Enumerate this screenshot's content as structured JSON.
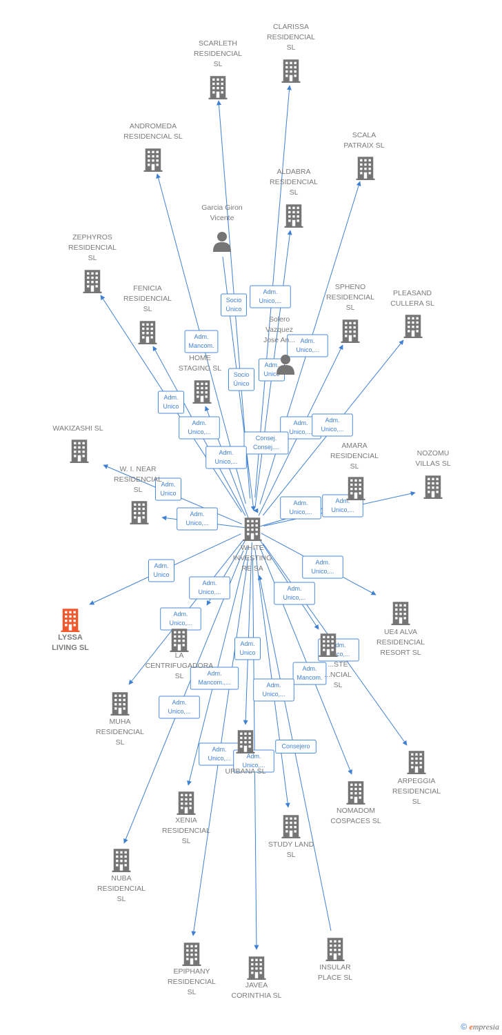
{
  "center": {
    "id": "white",
    "label": [
      "WHITE",
      "INVESTING",
      "RE SA"
    ]
  },
  "nodes": [
    {
      "id": "clarissa",
      "label": [
        "CLARISSA",
        "RESIDENCIAL",
        "SL"
      ],
      "type": "company"
    },
    {
      "id": "scarleth",
      "label": [
        "SCARLETH",
        "RESIDENCIAL",
        "SL"
      ],
      "type": "company"
    },
    {
      "id": "andromeda",
      "label": [
        "ANDROMEDA",
        "RESIDENCIAL SL"
      ],
      "type": "company"
    },
    {
      "id": "scala",
      "label": [
        "SCALA",
        "PATRAIX SL"
      ],
      "type": "company"
    },
    {
      "id": "aldabra",
      "label": [
        "ALDABRA",
        "RESIDENCIAL",
        "SL"
      ],
      "type": "company"
    },
    {
      "id": "garcia",
      "label": [
        "Garcia Giron",
        "Vicente"
      ],
      "type": "person"
    },
    {
      "id": "zephyros",
      "label": [
        "ZEPHYROS",
        "RESIDENCIAL",
        "SL"
      ],
      "type": "company"
    },
    {
      "id": "fenicia",
      "label": [
        "FENICIA",
        "RESIDENCIAL",
        "SL"
      ],
      "type": "company"
    },
    {
      "id": "spheno",
      "label": [
        "SPHENO",
        "RESIDENCIAL",
        "SL"
      ],
      "type": "company"
    },
    {
      "id": "pleasand",
      "label": [
        "PLEASAND",
        "CULLERA SL"
      ],
      "type": "company"
    },
    {
      "id": "solero",
      "label": [
        "Solero",
        "Vazquez",
        "Jose An..."
      ],
      "type": "person"
    },
    {
      "id": "homestaging",
      "label": [
        "HOME",
        "STAGING SL"
      ],
      "type": "company"
    },
    {
      "id": "wakizashi",
      "label": [
        "WAKIZASHI SL"
      ],
      "type": "company"
    },
    {
      "id": "amara",
      "label": [
        "AMARA",
        "RESIDENCIAL",
        "SL"
      ],
      "type": "company"
    },
    {
      "id": "nozomu",
      "label": [
        "NOZOMU",
        "VILLAS SL"
      ],
      "type": "company"
    },
    {
      "id": "winear",
      "label": [
        "W. I. NEAR",
        "RESIDENCIAL",
        "SL"
      ],
      "type": "company"
    },
    {
      "id": "lyssa",
      "label": [
        "LYSSA",
        "LIVING SL"
      ],
      "type": "company",
      "highlight": true
    },
    {
      "id": "centrifugadora",
      "label": [
        "LA",
        "CENTRIFUGADORA",
        "SL"
      ],
      "type": "company"
    },
    {
      "id": "ue4",
      "label": [
        "UE4 ALVA",
        "RESIDENCIAL",
        "RESORT SL"
      ],
      "type": "company"
    },
    {
      "id": "celeste",
      "label": [
        "...STE",
        "...NCIAL",
        "SL"
      ],
      "type": "company"
    },
    {
      "id": "muha",
      "label": [
        "MUHA",
        "RESIDENCIAL",
        "SL"
      ],
      "type": "company"
    },
    {
      "id": "arpeggia",
      "label": [
        "ARPEGGIA",
        "RESIDENCIAL",
        "SL"
      ],
      "type": "company"
    },
    {
      "id": "urbana",
      "label": [
        "URBANA SL"
      ],
      "type": "company"
    },
    {
      "id": "nomadom",
      "label": [
        "NOMADOM",
        "COSPACES SL"
      ],
      "type": "company"
    },
    {
      "id": "xenia",
      "label": [
        "XENIA",
        "RESIDENCIAL",
        "SL"
      ],
      "type": "company"
    },
    {
      "id": "studyland",
      "label": [
        "STUDY LAND",
        "SL"
      ],
      "type": "company"
    },
    {
      "id": "nuba",
      "label": [
        "NUBA",
        "RESIDENCIAL",
        "SL"
      ],
      "type": "company"
    },
    {
      "id": "epiphany",
      "label": [
        "EPIPHANY",
        "RESIDENCIAL",
        "SL"
      ],
      "type": "company"
    },
    {
      "id": "javea",
      "label": [
        "JAVEA",
        "CORINTHIA SL"
      ],
      "type": "company"
    },
    {
      "id": "insular",
      "label": [
        "INSULAR",
        "PLACE SL"
      ],
      "type": "company"
    }
  ],
  "edges": [
    {
      "target": "clarissa",
      "label": [
        "Adm.",
        "Unico,..."
      ]
    },
    {
      "target": "scarleth",
      "label": [
        "Socio",
        "Único"
      ]
    },
    {
      "target": "andromeda",
      "label": [
        "Adm.",
        "Mancom."
      ]
    },
    {
      "target": "scala",
      "label": [
        "Adm.",
        "Unico,..."
      ]
    },
    {
      "target": "aldabra",
      "label": [
        "Adm.",
        "Unico"
      ]
    },
    {
      "target": "garcia",
      "label": [
        "Socio",
        "Único"
      ]
    },
    {
      "target": "zephyros",
      "label": [
        "Adm.",
        "Unico"
      ]
    },
    {
      "target": "fenicia",
      "label": [
        "Adm.",
        "Unico,..."
      ]
    },
    {
      "target": "spheno",
      "label": [
        "Adm.",
        "Unico,..."
      ]
    },
    {
      "target": "pleasand",
      "label": [
        "Adm.",
        "Unico,..."
      ]
    },
    {
      "target": "solero",
      "label": [
        "Consej.",
        "Consej...."
      ]
    },
    {
      "target": "homestaging",
      "label": [
        "Adm.",
        "Unico,..."
      ]
    },
    {
      "target": "wakizashi",
      "label": [
        "Adm.",
        "Unico"
      ]
    },
    {
      "target": "amara",
      "label": [
        "Adm.",
        "Unico,..."
      ]
    },
    {
      "target": "nozomu",
      "label": [
        "Adm.",
        "Unico,..."
      ]
    },
    {
      "target": "winear",
      "label": [
        "Adm.",
        "Unico,..."
      ]
    },
    {
      "target": "lyssa",
      "label": [
        "Adm.",
        "Unico"
      ]
    },
    {
      "target": "centrifugadora",
      "label": [
        "Adm.",
        "Unico,..."
      ]
    },
    {
      "target": "ue4",
      "label": [
        "Adm.",
        "Unico,..."
      ]
    },
    {
      "target": "celeste",
      "label": [
        "Adm.",
        "Unico,..."
      ]
    },
    {
      "target": "muha",
      "label": [
        "Adm.",
        "Unico,..."
      ]
    },
    {
      "target": "arpeggia",
      "label": [
        "Adm.",
        "Unico,..."
      ]
    },
    {
      "target": "urbana",
      "label": [
        "Adm.",
        "Unico"
      ]
    },
    {
      "target": "nomadom",
      "label": [
        "Adm.",
        "Mancom."
      ]
    },
    {
      "target": "xenia",
      "label": [
        "Adm.",
        "Mancom.,..."
      ]
    },
    {
      "target": "studyland",
      "label": [
        "Adm.",
        "Unico,..."
      ]
    },
    {
      "target": "nuba",
      "label": [
        "Adm.",
        "Unico,..."
      ]
    },
    {
      "target": "epiphany",
      "label": [
        "Adm.",
        "Unico,..."
      ]
    },
    {
      "target": "javea",
      "label": [
        "Adm.",
        "Unico,..."
      ]
    },
    {
      "target": "insular",
      "label": [
        "Consejero"
      ]
    }
  ],
  "colors": {
    "edge": "#3f80d3",
    "building": "#757575",
    "highlight": "#f0592d",
    "label": "#7a7a7a"
  },
  "footer": {
    "copyright": "©",
    "brand_initial": "e",
    "brand_rest": "mpresia"
  }
}
